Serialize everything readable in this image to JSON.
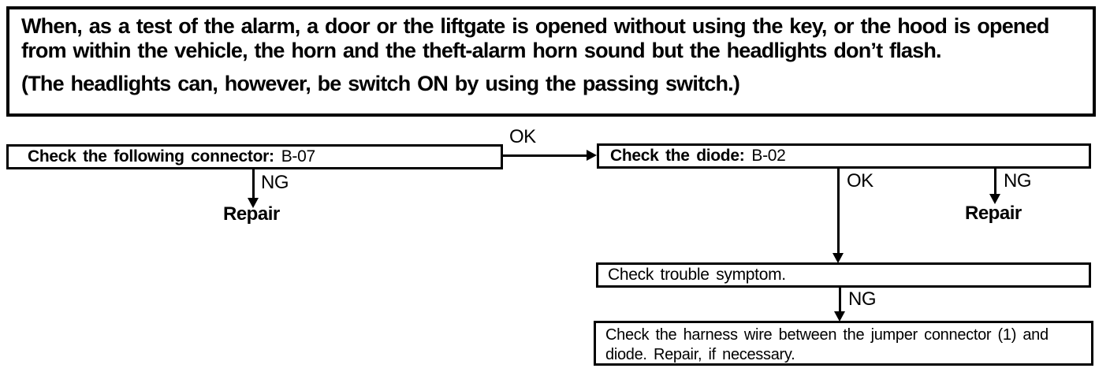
{
  "colors": {
    "ink": "#000000",
    "paper": "#ffffff"
  },
  "header": {
    "paragraph1": "When, as a test of the alarm, a door or the liftgate is opened without using the key, or the hood is opened from within the vehicle, the horn and the theft-alarm horn sound but the headlights don’t flash.",
    "paragraph2": "(The headlights can, however, be switch ON by using the passing switch.)"
  },
  "flowchart": {
    "box_connector": {
      "label": "Check the following connector:",
      "value": "B-07"
    },
    "box_diode": {
      "label": "Check the diode:",
      "value": "B-02"
    },
    "box_symptom": {
      "text": "Check trouble symptom."
    },
    "box_harness": {
      "text": "Check the harness wire between the jumper connector (1) and diode. Repair, if necessary."
    },
    "labels": {
      "ok": "OK",
      "ng": "NG",
      "repair": "Repair"
    }
  }
}
